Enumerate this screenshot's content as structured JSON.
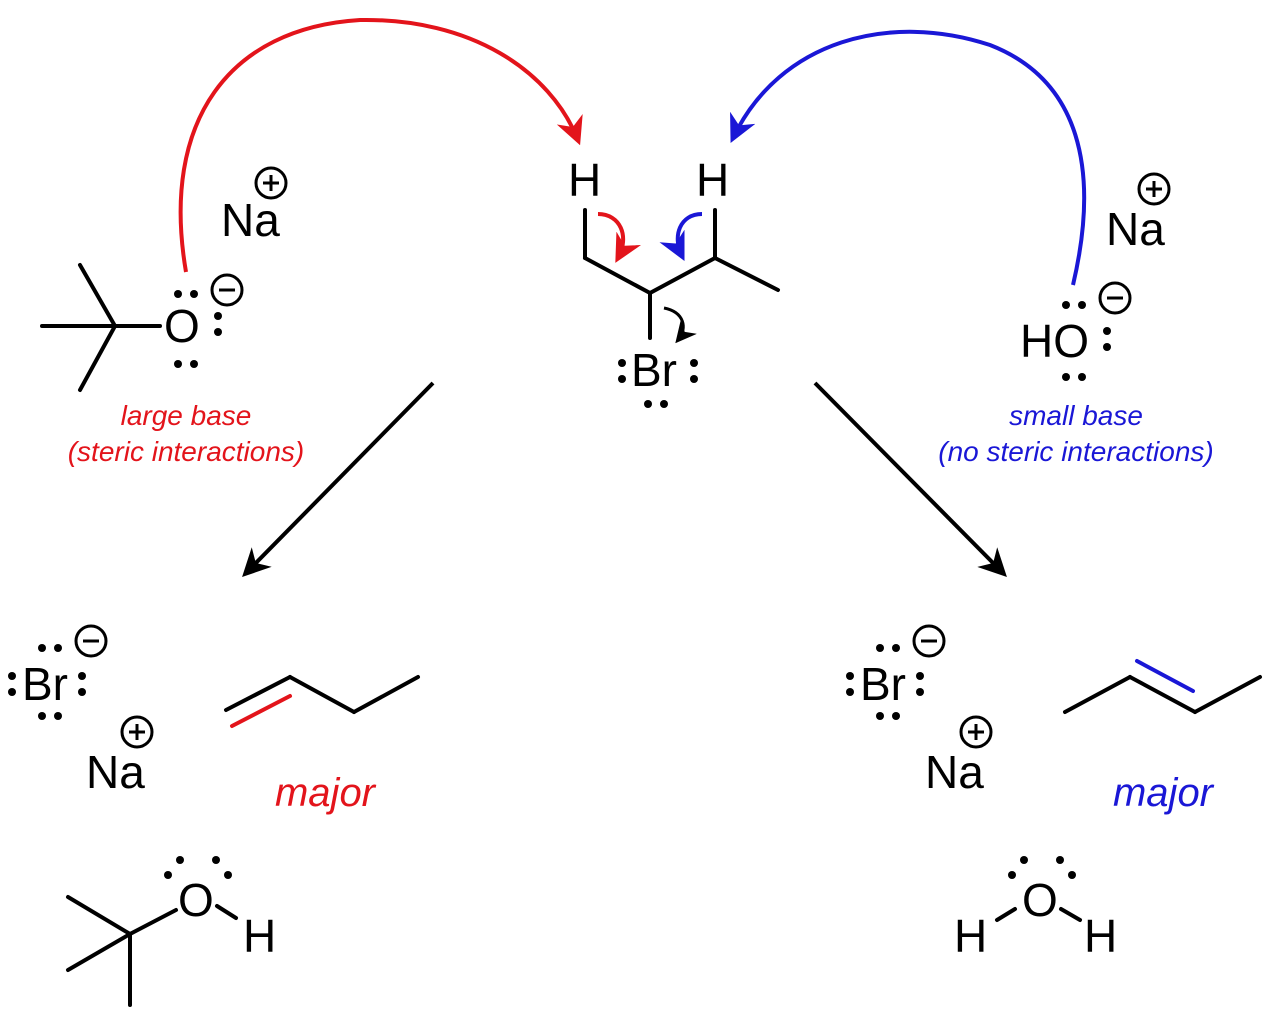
{
  "colors": {
    "large_base": "#e3141b",
    "small_base": "#1a17d6",
    "ink": "#000000"
  },
  "atoms": {
    "H": "H",
    "Br": "Br",
    "Na": "Na",
    "O": "O",
    "HO": "HO"
  },
  "labels": {
    "large_base_line1": "large base",
    "large_base_line2": "(steric interactions)",
    "small_base_line1": "small base",
    "small_base_line2": "(no steric interactions)",
    "major_left": "major",
    "major_right": "major"
  }
}
